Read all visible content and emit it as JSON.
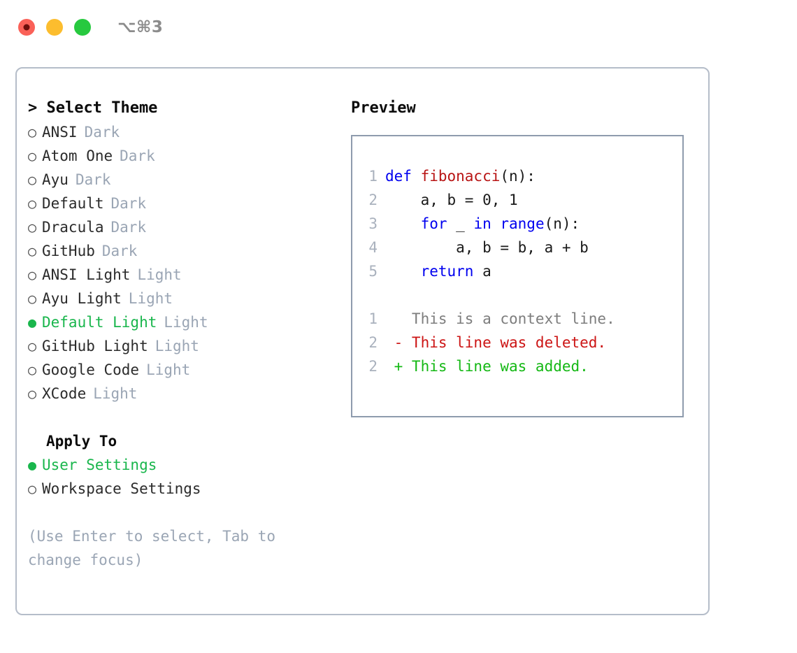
{
  "window": {
    "shortcut": "⌥⌘3",
    "traffic_lights": [
      {
        "name": "close",
        "color": "#fa6158"
      },
      {
        "name": "minimize",
        "color": "#fcbd2e"
      },
      {
        "name": "maximize",
        "color": "#27c93f"
      }
    ]
  },
  "colors": {
    "accent_green": "#19b64c",
    "muted_gray": "#9aa5b4",
    "panel_border": "#b5bdc9",
    "preview_border": "#8e9bad",
    "keyword_blue": "#0000ef",
    "function_red": "#b81414",
    "diff_add_green": "#14b814",
    "diff_del_red": "#cc1414",
    "diff_context_gray": "#7d7d7d",
    "lineno_gray": "#a9b1bd"
  },
  "theme_list": {
    "header": "> Select Theme",
    "bullet_unselected": "○",
    "bullet_selected": "●",
    "items": [
      {
        "name": "ANSI",
        "kind": "Dark",
        "selected": false
      },
      {
        "name": "Atom One",
        "kind": "Dark",
        "selected": false
      },
      {
        "name": "Ayu",
        "kind": "Dark",
        "selected": false
      },
      {
        "name": "Default",
        "kind": "Dark",
        "selected": false
      },
      {
        "name": "Dracula",
        "kind": "Dark",
        "selected": false
      },
      {
        "name": "GitHub",
        "kind": "Dark",
        "selected": false
      },
      {
        "name": "ANSI Light",
        "kind": "Light",
        "selected": false
      },
      {
        "name": "Ayu Light",
        "kind": "Light",
        "selected": false
      },
      {
        "name": "Default Light",
        "kind": "Light",
        "selected": true
      },
      {
        "name": "GitHub Light",
        "kind": "Light",
        "selected": false
      },
      {
        "name": "Google Code",
        "kind": "Light",
        "selected": false
      },
      {
        "name": "XCode",
        "kind": "Light",
        "selected": false
      }
    ]
  },
  "apply_to": {
    "header": "Apply To",
    "options": [
      {
        "label": "User Settings",
        "selected": true
      },
      {
        "label": "Workspace Settings",
        "selected": false
      }
    ]
  },
  "hint": "(Use Enter to select, Tab to change focus)",
  "preview": {
    "title": "Preview",
    "code_lines": [
      {
        "lineno": "1",
        "tokens": [
          {
            "t": "def ",
            "c": "tok-kw"
          },
          {
            "t": "fibonacci",
            "c": "tok-fn"
          },
          {
            "t": "(n):",
            "c": "tok-plain"
          }
        ]
      },
      {
        "lineno": "2",
        "tokens": [
          {
            "t": "    a, b = 0, 1",
            "c": "tok-plain"
          }
        ]
      },
      {
        "lineno": "3",
        "tokens": [
          {
            "t": "    ",
            "c": "tok-plain"
          },
          {
            "t": "for",
            "c": "tok-kw"
          },
          {
            "t": " _ ",
            "c": "tok-plain"
          },
          {
            "t": "in range",
            "c": "tok-kw"
          },
          {
            "t": "(n):",
            "c": "tok-plain"
          }
        ]
      },
      {
        "lineno": "4",
        "tokens": [
          {
            "t": "        a, b = b, a + b",
            "c": "tok-plain"
          }
        ]
      },
      {
        "lineno": "5",
        "tokens": [
          {
            "t": "    ",
            "c": "tok-plain"
          },
          {
            "t": "return",
            "c": "tok-kw"
          },
          {
            "t": " a",
            "c": "tok-plain"
          }
        ]
      }
    ],
    "diff_lines": [
      {
        "lineno": "1",
        "marker": "  ",
        "text": "This is a context line.",
        "cls": "diff-ctx"
      },
      {
        "lineno": "2",
        "marker": "- ",
        "text": "This line was deleted.",
        "cls": "diff-del"
      },
      {
        "lineno": "2",
        "marker": "+ ",
        "text": "This line was added.",
        "cls": "diff-add"
      }
    ]
  }
}
